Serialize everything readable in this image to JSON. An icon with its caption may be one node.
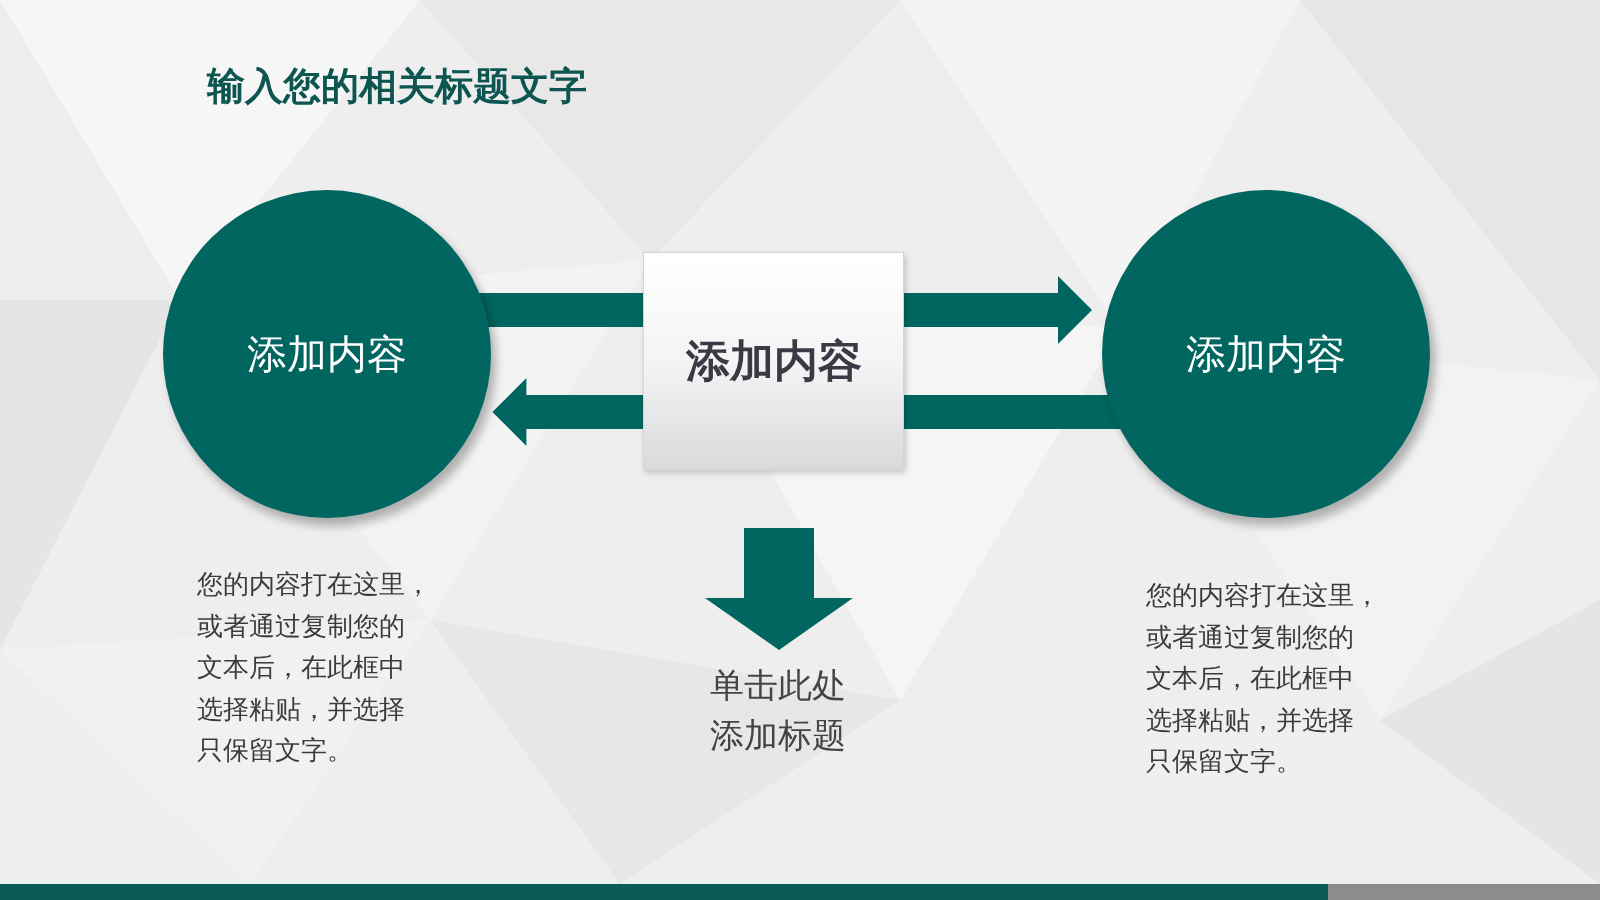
{
  "diagram": {
    "title": "输入您的相关标题文字",
    "nodes": [
      {
        "text": [
          "添加内容"
        ],
        "beside": [
          "您的内容打在这里，或者通过复制您的文本后，在此框中选择粘贴，并选择只保留文字。"
        ]
      },
      {
        "text": [
          "添加内容"
        ]
      },
      {
        "text": [
          "添加内容"
        ],
        "beside": [
          "您的内容打在这里，或者通过复制您的文本后，在此框中选择粘贴，并选择只保留文字。"
        ]
      },
      {
        "text": [
          "单击此处添加标题"
        ]
      }
    ],
    "edges": [
      {
        "from": 0,
        "to": 1,
        "arrow": "none"
      },
      {
        "from": 1,
        "to": 2,
        "arrow": "to"
      },
      {
        "from": 2,
        "to": 1,
        "arrow": "none"
      },
      {
        "from": 1,
        "to": 0,
        "arrow": "to"
      },
      {
        "from": 1,
        "to": 3,
        "arrow": "to",
        "style": "thick"
      }
    ]
  }
}
